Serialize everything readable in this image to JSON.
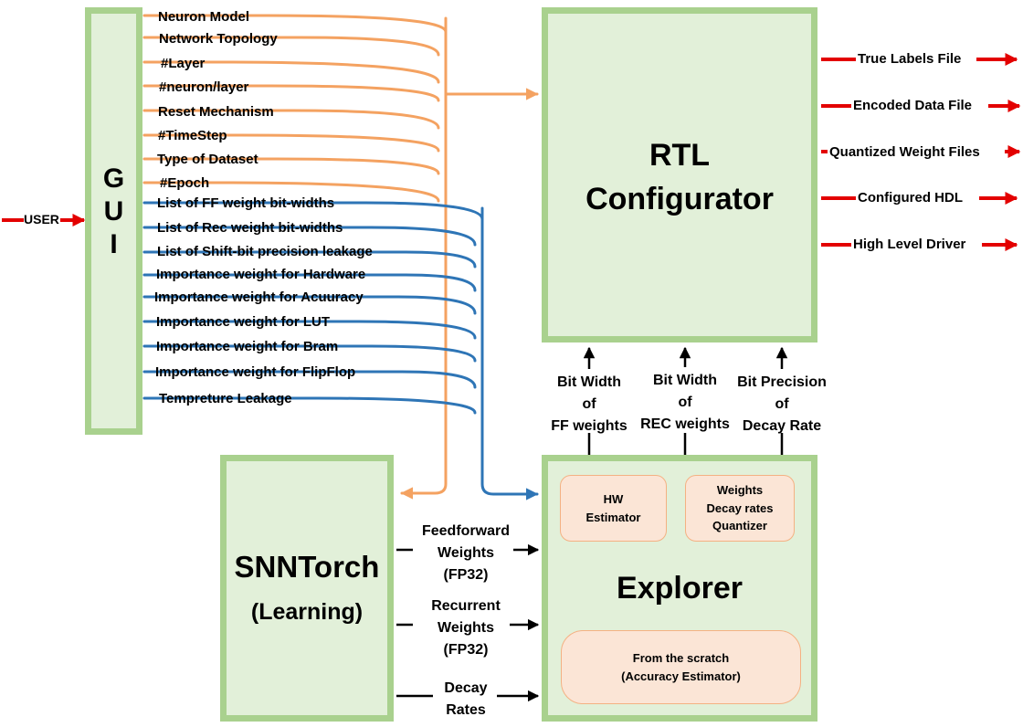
{
  "gui": {
    "title": "G\nU\nI"
  },
  "user_label": "USER",
  "gui_params_orange": [
    "Neuron Model",
    "Network Topology",
    "#Layer",
    "#neuron/layer",
    "Reset Mechanism",
    "#TimeStep",
    "Type of Dataset",
    "#Epoch"
  ],
  "gui_params_blue": [
    "List of FF weight bit-widths",
    "List of Rec weight bit-widths",
    "List of Shift-bit precision leakage",
    "Importance weight for Hardware",
    "Importance weight for Acuuracy",
    "Importance weight for LUT",
    "Importance weight for Bram",
    "Importance weight for FlipFlop",
    "Tempreture Leakage"
  ],
  "rtl": {
    "title": "RTL\nConfigurator"
  },
  "outputs": [
    "True Labels File",
    "Encoded Data File",
    "Quantized Weight Files",
    "Configured HDL",
    "High Level Driver"
  ],
  "explorer_to_rtl": [
    "Bit Width\nof\nFF weights",
    "Bit Width\nof\nREC weights",
    "Bit Precision\nof\nDecay Rate"
  ],
  "snntorch": {
    "title": "SNNTorch",
    "subtitle": "(Learning)"
  },
  "snn_to_explorer": [
    "Feedforward\nWeights\n(FP32)",
    "Recurrent\nWeights\n(FP32)",
    "Decay\nRates"
  ],
  "explorer": {
    "title": "Explorer",
    "hw_estimator": "HW\nEstimator",
    "quantizer": "Weights\nDecay rates\nQuantizer",
    "accuracy_estimator": "From the scratch\n(Accuracy Estimator)"
  },
  "colors": {
    "box_fill": "#e2f0d9",
    "box_border": "#a9d18e",
    "sub_fill": "#fbe5d6",
    "sub_border": "#f4b183",
    "orange_line": "#f4a261",
    "blue_line": "#2e75b6",
    "red_arrow": "#e30000"
  }
}
